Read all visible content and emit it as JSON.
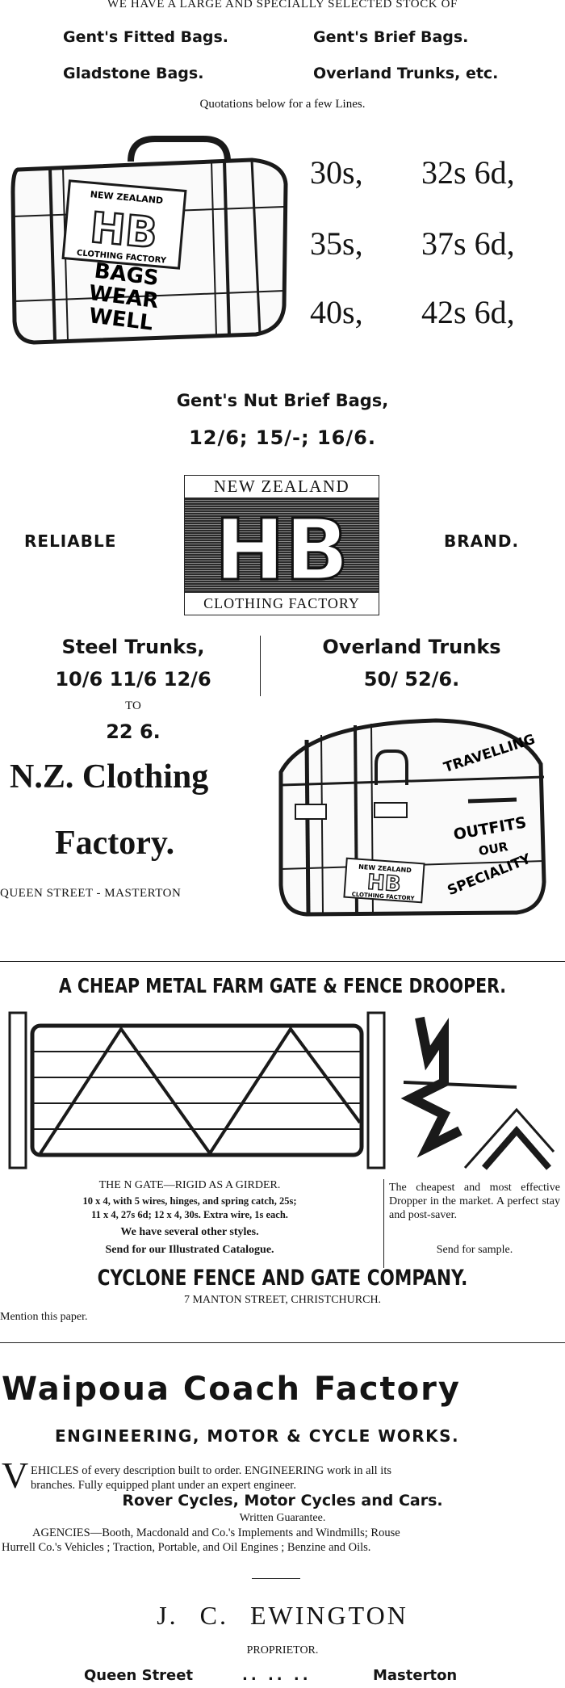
{
  "ad1": {
    "header": "WE HAVE A LARGE AND SPECIALLY SELECTED STOCK OF",
    "items": [
      "Gent's Fitted Bags.",
      "Gent's Brief Bags.",
      "Gladstone Bags.",
      "Overland Trunks, etc."
    ],
    "quote_note": "Quotations below for a few Lines.",
    "bag_label": {
      "top": "NEW ZEALAND",
      "mark": "HB",
      "bottom": "CLOTHING FACTORY",
      "slogan": [
        "BAGS",
        "WEAR",
        "WELL"
      ]
    },
    "prices": [
      [
        "30s,",
        "32s 6d,"
      ],
      [
        "35s,",
        "37s 6d,"
      ],
      [
        "40s,",
        "42s 6d,"
      ]
    ],
    "nut_title": "Gent's Nut Brief Bags,",
    "nut_prices": "12/6; 15/-; 16/6.",
    "logo": {
      "top": "NEW ZEALAND",
      "mark": "HB",
      "bottom": "CLOTHING FACTORY"
    },
    "reliable": "RELIABLE",
    "brand": "BRAND.",
    "steel_title": "Steel Trunks,",
    "steel_prices": "10/6 11/6 12/6",
    "steel_to": "TO",
    "steel_max": "22 6.",
    "overland_title": "Overland Trunks",
    "overland_prices": "50/ 52/6.",
    "company_line1": "N.Z. Clothing",
    "company_line2": "Factory.",
    "address": "QUEEN STREET - MASTERTON",
    "trunk_label": {
      "travelling": "TRAVELLING",
      "outfits": "OUTFITS",
      "our": "OUR",
      "speciality": "SPECIALITY",
      "plate_top": "NEW ZEALAND",
      "plate_mark": "HB",
      "plate_bottom": "CLOTHING FACTORY"
    }
  },
  "ad2": {
    "title": "A CHEAP METAL FARM GATE & FENCE DROOPER.",
    "gate_heading": "THE N GATE—RIGID AS A GIRDER.",
    "gate_line1": "10 x 4, with 5 wires, hinges, and spring catch, 25s;",
    "gate_line2": "11 x 4, 27s 6d; 12 x 4, 30s. Extra wire, 1s each.",
    "other_styles": "We have several other styles.",
    "catalogue": "Send for our Illustrated Catalogue.",
    "dropper_text": "The cheapest and most effective Dropper in the market. A perfect stay and post-saver.",
    "sample": "Send for sample.",
    "company": "CYCLONE FENCE AND GATE COMPANY.",
    "address": "7 MANTON STREET, CHRISTCHURCH.",
    "mention": "Mention this paper."
  },
  "ad3": {
    "title": "Waipoua Coach Factory",
    "subtitle": "ENGINEERING, MOTOR & CYCLE WORKS.",
    "dropcap": "V",
    "para1_line1": "EHICLES of every description built to order. ENGINEERING work in all its",
    "para1_line2": "branches. Fully equipped plant under an expert engineer.",
    "rover": "Rover Cycles, Motor Cycles and Cars.",
    "guarantee": "Written Guarantee.",
    "agencies_line1": "AGENCIES—Booth, Macdonald and Co.'s Implements and Windmills; Rouse",
    "agencies_line2": "Hurrell Co.'s Vehicles ; Traction, Portable, and Oil Engines ; Benzine and Oils.",
    "proprietor_name": "J. C. EWINGTON",
    "proprietor_label": "PROPRIETOR.",
    "footer_left": "Queen Street",
    "footer_dots": ".. .. ..",
    "footer_right": "Masterton"
  }
}
